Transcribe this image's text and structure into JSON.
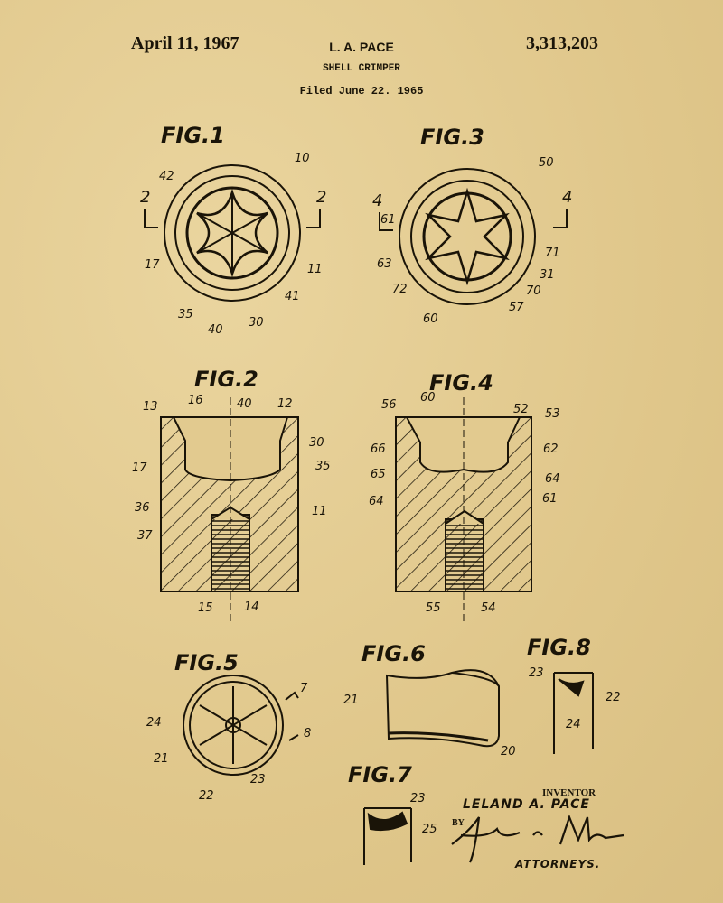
{
  "header": {
    "date": "April 11, 1967",
    "inventor": "L. A. PACE",
    "title": "SHELL CRIMPER",
    "filed": "Filed June 22. 1965",
    "patent_number": "3,313,203"
  },
  "figures": {
    "fig1": {
      "label": "FIG.1",
      "refs": [
        "10",
        "42",
        "2",
        "2",
        "17",
        "11",
        "41",
        "35",
        "40",
        "30"
      ]
    },
    "fig3": {
      "label": "FIG.3",
      "refs": [
        "50",
        "4",
        "4",
        "61",
        "63",
        "71",
        "31",
        "72",
        "70",
        "57",
        "60"
      ]
    },
    "fig2": {
      "label": "FIG.2",
      "refs": [
        "13",
        "16",
        "40",
        "12",
        "30",
        "17",
        "35",
        "36",
        "37",
        "11",
        "15",
        "14"
      ]
    },
    "fig4": {
      "label": "FIG.4",
      "refs": [
        "56",
        "60",
        "52",
        "53",
        "66",
        "62",
        "65",
        "64",
        "64",
        "61",
        "55",
        "54"
      ]
    },
    "fig5": {
      "label": "FIG.5",
      "refs": [
        "7",
        "8",
        "24",
        "21",
        "22",
        "23"
      ]
    },
    "fig6": {
      "label": "FIG.6",
      "refs": [
        "21",
        "20"
      ]
    },
    "fig7": {
      "label": "FIG.7",
      "refs": [
        "23",
        "25"
      ]
    },
    "fig8": {
      "label": "FIG.8",
      "refs": [
        "23",
        "22",
        "24"
      ]
    }
  },
  "signature": {
    "inventor_label": "INVENTOR",
    "inventor_name": "LELAND A. PACE",
    "by": "BY",
    "signature_text": "Swyne & Moe",
    "attorneys": "ATTORNEYS."
  }
}
